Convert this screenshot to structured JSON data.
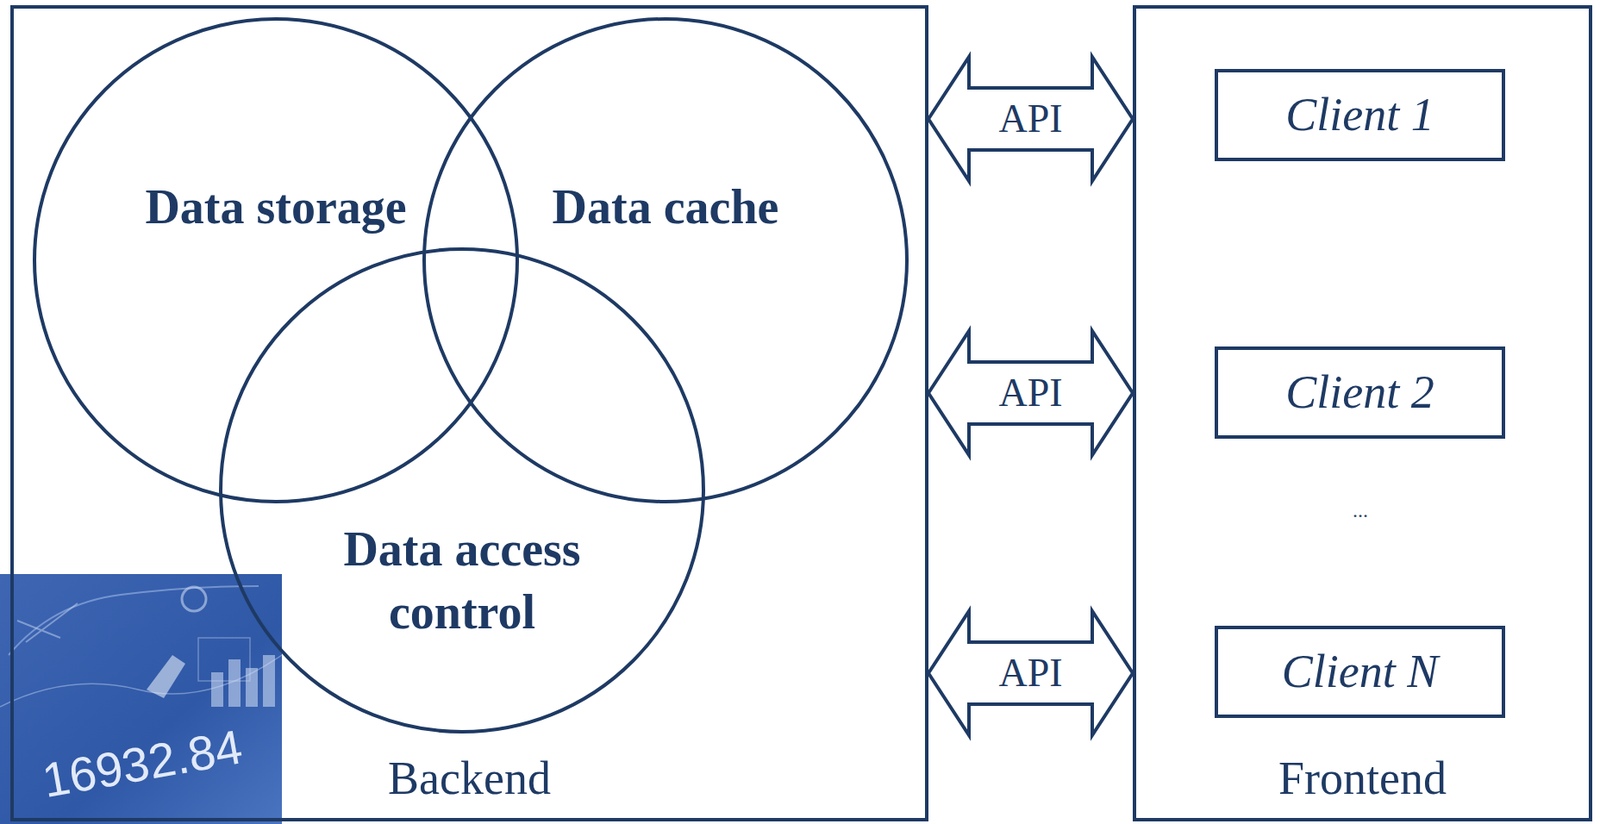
{
  "diagram": {
    "nodes": [
      {
        "text": [
          "Backend"
        ]
      },
      {
        "text": [
          "Data storage"
        ],
        "in": 0
      },
      {
        "text": [
          "Data cache"
        ],
        "in": 0
      },
      {
        "text": [
          "Data access control"
        ],
        "in": 0
      },
      {
        "text": [
          "Frontend"
        ]
      },
      {
        "text": [
          "Client 1"
        ],
        "in": 4
      },
      {
        "text": [
          "Client 2"
        ],
        "in": 4
      },
      {
        "text": [
          "Client N"
        ],
        "in": 4
      }
    ],
    "edges": [
      {
        "from": 0,
        "to": 4,
        "label": "API",
        "arrow": "both"
      },
      {
        "from": 0,
        "to": 4,
        "label": "API",
        "arrow": "both"
      },
      {
        "from": 0,
        "to": 4,
        "label": "API",
        "arrow": "both"
      }
    ],
    "labels": [
      "...",
      "16932.84"
    ]
  }
}
